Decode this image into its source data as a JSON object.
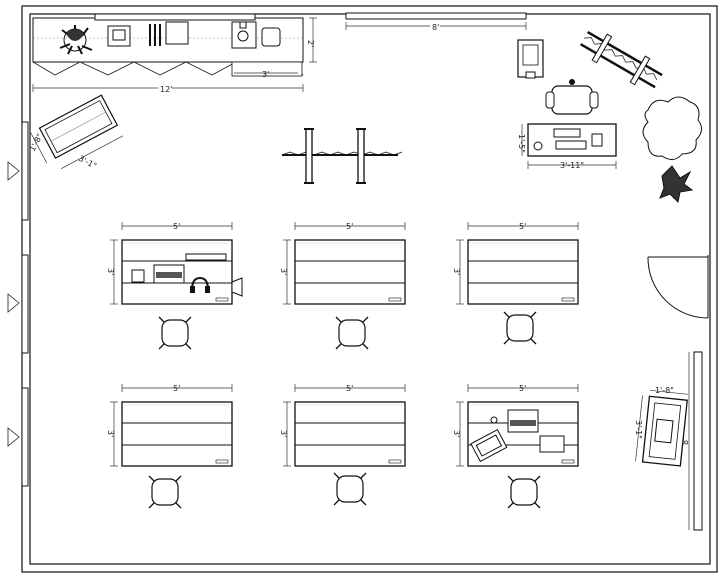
{
  "dimensions": {
    "top_counter_length": "12'",
    "top_counter_depth": "2'",
    "sink_width": "3'",
    "top_wall_rack": "8'",
    "angled_table_depth": "1'-8\"",
    "angled_table_length": "3'-1\"",
    "teacher_desk_depth": "1'-5\"",
    "teacher_desk_length": "3'-11\"",
    "student_desk_width": "5'",
    "student_desk_depth": "3'",
    "right_table_width": "1'-8\"",
    "right_table_length": "3'-1\"",
    "right_wall_rack": "8'"
  },
  "colors": {
    "line": "#111111",
    "background": "#ffffff"
  }
}
